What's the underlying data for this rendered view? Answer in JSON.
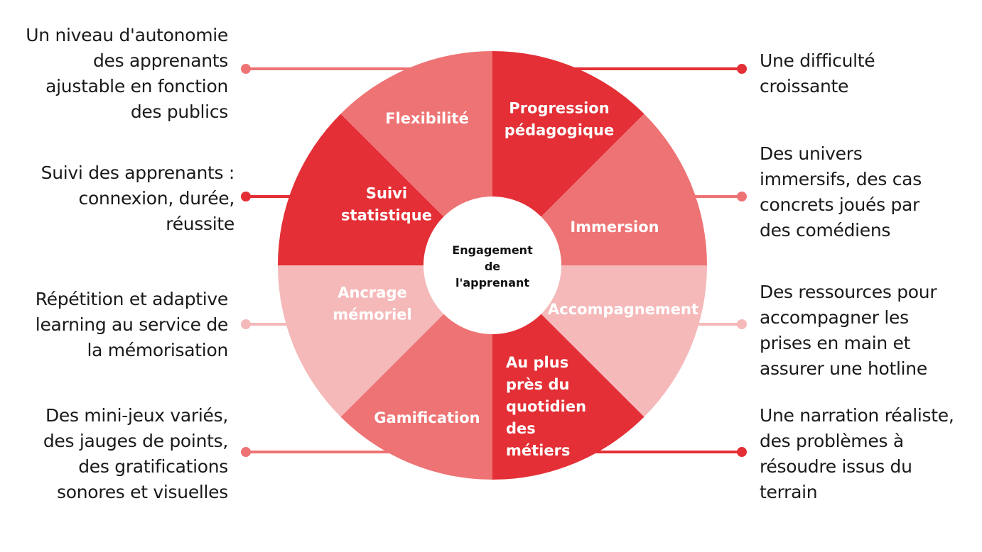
{
  "center": {
    "lines": [
      "Engagement",
      "de",
      "l'apprenant"
    ]
  },
  "colors": {
    "dark": "#e32f35",
    "medium": "#ee7374",
    "light": "#f5b9ba"
  },
  "segments": [
    {
      "id": "progression",
      "lines": [
        "Progression",
        "pédagogique"
      ],
      "shade": "dark"
    },
    {
      "id": "immersion",
      "lines": [
        "Immersion"
      ],
      "shade": "medium"
    },
    {
      "id": "accompagnement",
      "lines": [
        "Accompagnement"
      ],
      "shade": "light"
    },
    {
      "id": "quotidien",
      "lines": [
        "Au plus",
        "près du",
        "quotidien",
        "des",
        "métiers"
      ],
      "shade": "dark"
    },
    {
      "id": "gamification",
      "lines": [
        "Gamification"
      ],
      "shade": "medium"
    },
    {
      "id": "ancrage",
      "lines": [
        "Ancrage",
        "mémoriel"
      ],
      "shade": "light"
    },
    {
      "id": "suivi",
      "lines": [
        "Suivi",
        "statistique"
      ],
      "shade": "dark"
    },
    {
      "id": "flexibilite",
      "lines": [
        "Flexibilité"
      ],
      "shade": "medium"
    }
  ],
  "descriptions": {
    "flexibilite": "Un niveau d'autonomie\ndes apprenants\najustable en fonction\ndes publics",
    "suivi": "Suivi des apprenants :\nconnexion, durée,\nréussite",
    "ancrage": "Répétition et adaptive\nlearning au service de\nla mémorisation",
    "gamification": "Des mini-jeux variés,\ndes jauges de points,\ndes gratifications\nsonores et visuelles",
    "progression": "Une difficulté\ncroissante",
    "immersion": "Des univers\nimmersifs, des cas\nconcrets joués par\ndes comédiens",
    "accompagnement": "Des ressources pour\naccompagner les\nprises en main et\nassurer une hotline",
    "quotidien": "Une narration réaliste,\ndes problèmes à\nrésoudre issus du\nterrain"
  }
}
